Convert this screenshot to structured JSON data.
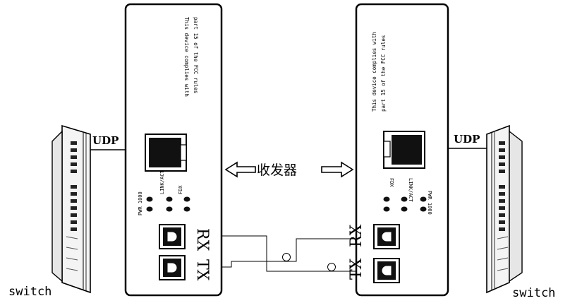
{
  "labels": {
    "left_link": "UDP",
    "right_link": "UDP",
    "left_switch": "switch",
    "right_switch": "switch",
    "center": "收发器"
  },
  "left_device": {
    "fcc_line1": "This device complies with",
    "fcc_line2": "part 15 of the FCC rules",
    "led_labels": [
      "PWR 1000",
      "LINK/ACT",
      "FDX"
    ],
    "port_rx": "RX",
    "port_tx": "TX"
  },
  "right_device": {
    "fcc_line1": "This device complies with",
    "fcc_line2": "part 15 of the FCC rules",
    "led_labels": [
      "PWR 1000",
      "LINK/ACT",
      "FDX"
    ],
    "port_rx": "RX",
    "port_tx": "TX"
  }
}
